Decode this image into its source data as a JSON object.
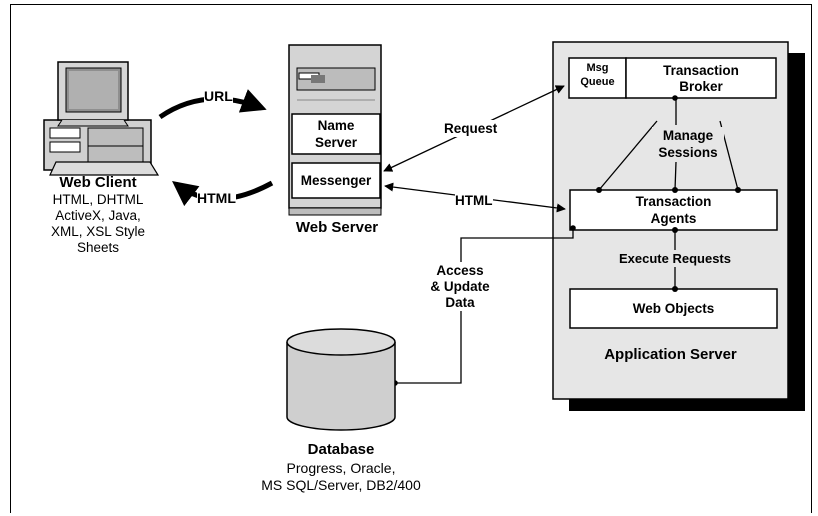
{
  "web_client": {
    "title": "Web Client",
    "tech_lines": [
      "HTML, DHTML",
      "ActiveX, Java,",
      "XML, XSL Style",
      "Sheets"
    ]
  },
  "web_server": {
    "title": "Web Server",
    "name_server": [
      "Name",
      "Server"
    ],
    "messenger": "Messenger"
  },
  "arrows": {
    "url": "URL",
    "html_back": "HTML",
    "request": "Request",
    "html_to_agents": "HTML",
    "access_data": [
      "Access",
      "& Update",
      "Data"
    ]
  },
  "app_server": {
    "title": "Application Server",
    "msg_queue": [
      "Msg",
      "Queue"
    ],
    "broker": [
      "Transaction",
      "Broker"
    ],
    "manage_sessions": [
      "Manage",
      "Sessions"
    ],
    "agents": [
      "Transaction",
      "Agents"
    ],
    "execute": "Execute Requests",
    "web_objects": "Web Objects"
  },
  "database": {
    "title": "Database",
    "lines": [
      "Progress, Oracle,",
      "MS SQL/Server, DB2/400"
    ]
  },
  "colors": {
    "app_panel": "#e6e6e6",
    "app_shadow": "#000000",
    "server_body": "#d4d4d4",
    "db_fill": "#cfcfcf"
  }
}
